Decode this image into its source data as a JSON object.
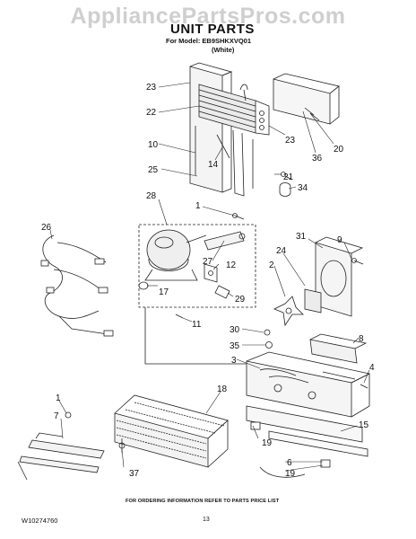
{
  "header": {
    "watermark": "AppliancePartsPros.com",
    "title": "UNIT PARTS",
    "model_line": "For Model: EB9SHKXVQ01",
    "color_line": "(White)"
  },
  "callouts": [
    {
      "id": "c23a",
      "label": "23"
    },
    {
      "id": "c22",
      "label": "22"
    },
    {
      "id": "c10",
      "label": "10"
    },
    {
      "id": "c14",
      "label": "14"
    },
    {
      "id": "c25",
      "label": "25"
    },
    {
      "id": "c20",
      "label": "20"
    },
    {
      "id": "c36",
      "label": "36"
    },
    {
      "id": "c23b",
      "label": "23"
    },
    {
      "id": "c21",
      "label": "21"
    },
    {
      "id": "c34",
      "label": "34"
    },
    {
      "id": "c28",
      "label": "28"
    },
    {
      "id": "c1a",
      "label": "1"
    },
    {
      "id": "c26",
      "label": "26"
    },
    {
      "id": "c31",
      "label": "31"
    },
    {
      "id": "c9",
      "label": "9"
    },
    {
      "id": "c24",
      "label": "24"
    },
    {
      "id": "c27",
      "label": "27"
    },
    {
      "id": "c12",
      "label": "12"
    },
    {
      "id": "c2",
      "label": "2"
    },
    {
      "id": "c17",
      "label": "17"
    },
    {
      "id": "c29",
      "label": "29"
    },
    {
      "id": "c11",
      "label": "11"
    },
    {
      "id": "c30",
      "label": "30"
    },
    {
      "id": "c8",
      "label": "8"
    },
    {
      "id": "c35",
      "label": "35"
    },
    {
      "id": "c3",
      "label": "3"
    },
    {
      "id": "c4",
      "label": "4"
    },
    {
      "id": "c18",
      "label": "18"
    },
    {
      "id": "c1b",
      "label": "1"
    },
    {
      "id": "c7",
      "label": "7"
    },
    {
      "id": "c15",
      "label": "15"
    },
    {
      "id": "c19a",
      "label": "19"
    },
    {
      "id": "c6",
      "label": "6"
    },
    {
      "id": "c37",
      "label": "37"
    },
    {
      "id": "c19b",
      "label": "19"
    }
  ],
  "footer": {
    "note": "FOR ORDERING INFORMATION REFER TO PARTS PRICE LIST",
    "doc_id": "W10274760",
    "page_number": "13"
  }
}
